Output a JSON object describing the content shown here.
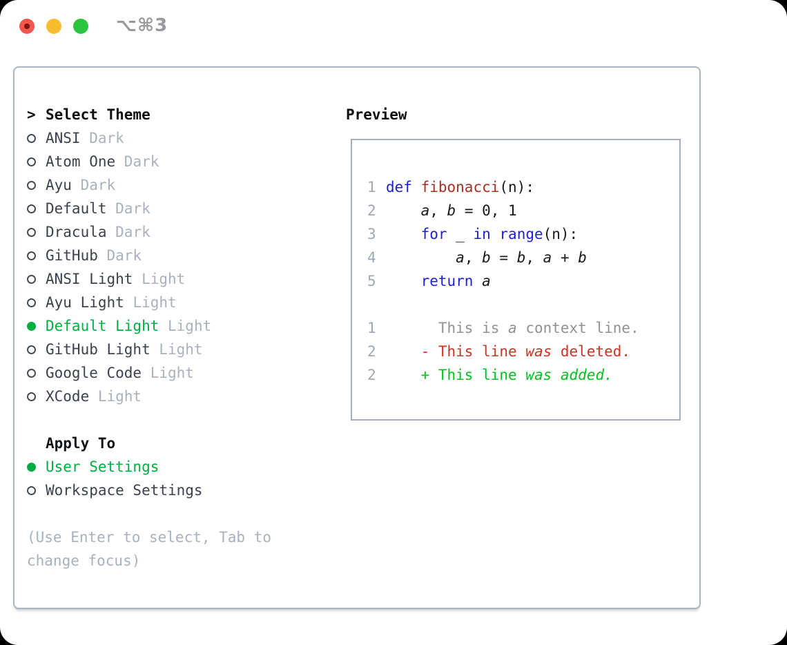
{
  "titlebar": {
    "title": "⌥⌘3"
  },
  "theme_panel": {
    "prompt": ">",
    "header": "Select Theme",
    "items": [
      {
        "label": "ANSI",
        "variant": "Dark",
        "selected": false
      },
      {
        "label": "Atom One",
        "variant": "Dark",
        "selected": false
      },
      {
        "label": "Ayu",
        "variant": "Dark",
        "selected": false
      },
      {
        "label": "Default",
        "variant": "Dark",
        "selected": false
      },
      {
        "label": "Dracula",
        "variant": "Dark",
        "selected": false
      },
      {
        "label": "GitHub",
        "variant": "Dark",
        "selected": false
      },
      {
        "label": "ANSI Light",
        "variant": "Light",
        "selected": false
      },
      {
        "label": "Ayu Light",
        "variant": "Light",
        "selected": false
      },
      {
        "label": "Default Light",
        "variant": "Light",
        "selected": true
      },
      {
        "label": "GitHub Light",
        "variant": "Light",
        "selected": false
      },
      {
        "label": "Google Code",
        "variant": "Light",
        "selected": false
      },
      {
        "label": "XCode",
        "variant": "Light",
        "selected": false
      }
    ]
  },
  "apply_panel": {
    "header": "Apply To",
    "items": [
      {
        "label": "User Settings",
        "selected": true
      },
      {
        "label": "Workspace Settings",
        "selected": false
      }
    ]
  },
  "hint": "(Use Enter to select, Tab to change focus)",
  "preview": {
    "header": "Preview",
    "lines": [
      {
        "num": "1",
        "tokens": [
          [
            "kw",
            "def"
          ],
          [
            "plain",
            " "
          ],
          [
            "fn",
            "fibonacci"
          ],
          [
            "plain",
            "(n):"
          ]
        ]
      },
      {
        "num": "2",
        "tokens": [
          [
            "plain",
            "    "
          ],
          [
            "var",
            "a"
          ],
          [
            "plain",
            ", "
          ],
          [
            "var",
            "b"
          ],
          [
            "plain",
            " = 0, 1"
          ]
        ]
      },
      {
        "num": "3",
        "tokens": [
          [
            "plain",
            "    "
          ],
          [
            "kw",
            "for"
          ],
          [
            "plain",
            " _ "
          ],
          [
            "kw",
            "in"
          ],
          [
            "plain",
            " "
          ],
          [
            "kw",
            "range"
          ],
          [
            "plain",
            "(n):"
          ]
        ]
      },
      {
        "num": "4",
        "tokens": [
          [
            "plain",
            "        "
          ],
          [
            "var",
            "a"
          ],
          [
            "plain",
            ", "
          ],
          [
            "var",
            "b"
          ],
          [
            "plain",
            " = "
          ],
          [
            "var",
            "b"
          ],
          [
            "plain",
            ", "
          ],
          [
            "var",
            "a"
          ],
          [
            "plain",
            " + "
          ],
          [
            "var",
            "b"
          ]
        ]
      },
      {
        "num": "5",
        "tokens": [
          [
            "plain",
            "    "
          ],
          [
            "kw",
            "return"
          ],
          [
            "plain",
            " "
          ],
          [
            "var",
            "a"
          ]
        ]
      },
      {
        "num": "",
        "tokens": []
      },
      {
        "num": "1",
        "tokens": [
          [
            "ctx",
            "      This is "
          ],
          [
            "ctx-i",
            "a"
          ],
          [
            "ctx",
            " context line."
          ]
        ]
      },
      {
        "num": "2",
        "tokens": [
          [
            "del",
            "    - This line "
          ],
          [
            "del-i",
            "was"
          ],
          [
            "del",
            " deleted."
          ]
        ]
      },
      {
        "num": "2",
        "tokens": [
          [
            "add",
            "    + This line "
          ],
          [
            "add-i",
            "was added."
          ]
        ]
      }
    ]
  },
  "colors": {
    "selected_green": "#00ad41",
    "keyword_blue": "#1d1de0",
    "function_red": "#a92e22",
    "diff_deleted_red": "#cd3222",
    "diff_added_green": "#03c01f",
    "muted_gray": "#a8b1bd",
    "line_number_gray": "#9da8b5",
    "traffic_red": "#f2564d",
    "traffic_yellow": "#f9bc2f",
    "traffic_green": "#2cc33e"
  }
}
